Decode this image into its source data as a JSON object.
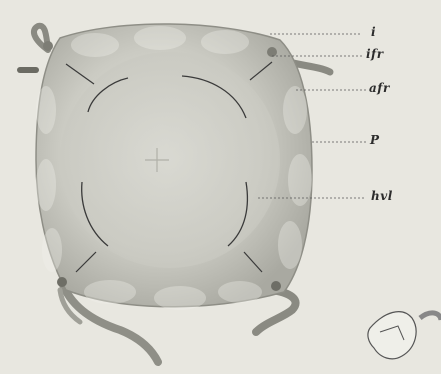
{
  "labels": {
    "i": "i",
    "ifr": "ifr",
    "afr": "afr",
    "p": "P",
    "hvl": "hvl"
  },
  "colors": {
    "background": "#e7e6df",
    "body_fill": "#cfcfc7",
    "body_edge": "#8e8e86",
    "line": "#3a3a3a"
  }
}
